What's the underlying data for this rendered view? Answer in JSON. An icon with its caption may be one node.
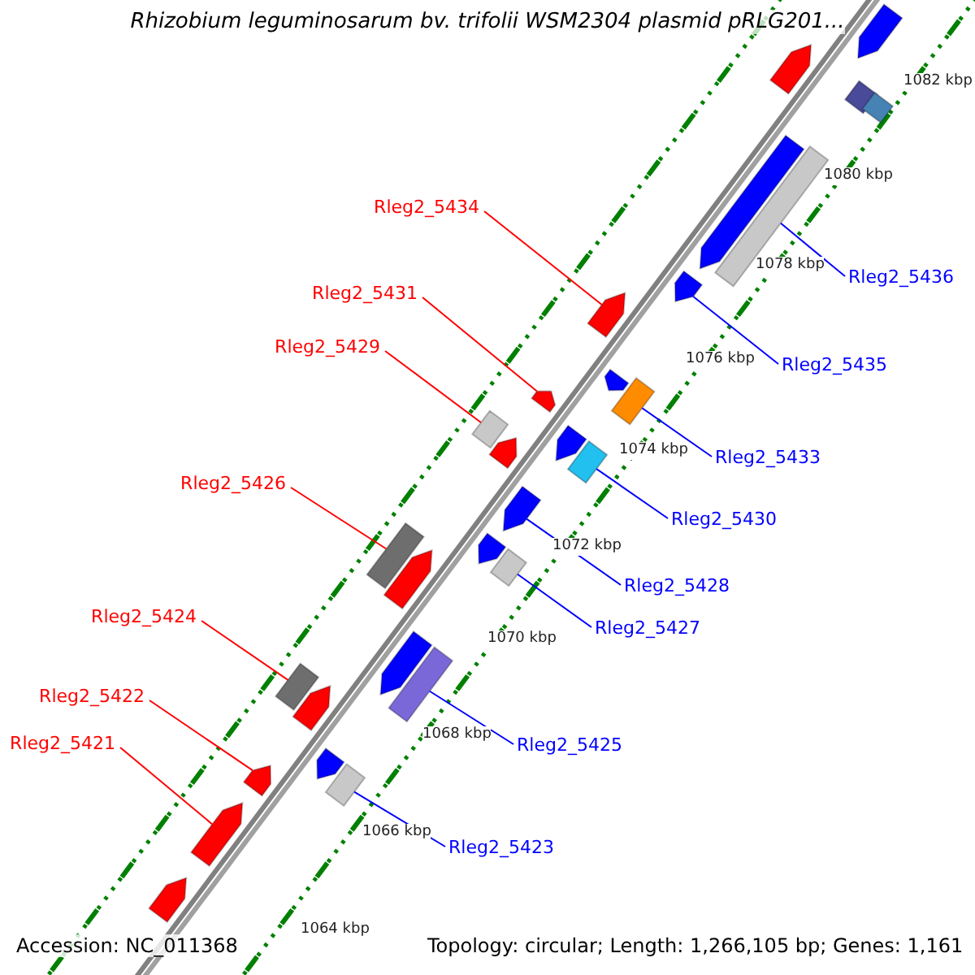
{
  "diagram": {
    "title": "Rhizobium leguminosarum bv. trifolii WSM2304 plasmid pRLG201...",
    "nodes": [
      {
        "text": [
          "Rleg2_5434"
        ]
      },
      {
        "text": [],
        "shape": "arrow"
      },
      {
        "text": [
          "Rleg2_5436"
        ]
      },
      {
        "text": [],
        "shape": "box"
      },
      {
        "text": [
          "Rleg2_5431"
        ]
      },
      {
        "text": [],
        "shape": "arrow"
      },
      {
        "text": [
          "Rleg2_5429"
        ]
      },
      {
        "text": [],
        "shape": "box"
      },
      {
        "text": [
          "Rleg2_5435"
        ]
      },
      {
        "text": [],
        "shape": "arrow"
      },
      {
        "text": [
          "Rleg2_5433"
        ]
      },
      {
        "text": [],
        "shape": "bar"
      },
      {
        "text": [
          "Rleg2_5426"
        ]
      },
      {
        "text": [],
        "shape": "box"
      },
      {
        "text": [
          "Rleg2_5430"
        ]
      },
      {
        "text": [],
        "shape": "box"
      },
      {
        "text": [
          "Rleg2_5428"
        ]
      },
      {
        "text": [],
        "shape": "arrow"
      },
      {
        "text": [
          "Rleg2_5424"
        ]
      },
      {
        "text": [],
        "shape": "box"
      },
      {
        "text": [
          "Rleg2_5427"
        ]
      },
      {
        "text": [],
        "shape": "box"
      },
      {
        "text": [
          "Rleg2_5422"
        ]
      },
      {
        "text": [],
        "shape": "arrow"
      },
      {
        "text": [
          "Rleg2_5421"
        ]
      },
      {
        "text": [],
        "shape": "arrow"
      },
      {
        "text": [
          "Rleg2_5425"
        ]
      },
      {
        "text": [],
        "shape": "box"
      },
      {
        "text": [
          "Rleg2_5423"
        ]
      },
      {
        "text": [],
        "shape": "box"
      },
      {
        "text": [],
        "shape": "pentagon"
      },
      {
        "text": [],
        "shape": "bar"
      },
      {
        "text": [],
        "shape": "bar"
      },
      {
        "text": [],
        "shape": "pentagon"
      },
      {
        "text": [],
        "shape": "pentagon"
      },
      {
        "text": [],
        "shape": "pentagon"
      },
      {
        "text": [],
        "shape": "pentagon"
      },
      {
        "text": [],
        "shape": "pentagon"
      },
      {
        "text": [],
        "shape": "pentagon"
      },
      {
        "text": [],
        "shape": "pentagon"
      },
      {
        "text": [],
        "shape": "pentagon"
      },
      {
        "text": [],
        "shape": "pentagon"
      },
      {
        "text": [],
        "shape": "pentagon"
      },
      {
        "text": [],
        "shape": "pentagon"
      }
    ],
    "edges": [
      {
        "from": 0,
        "to": 1,
        "arrow": "none",
        "color": "#ff0000"
      },
      {
        "from": 2,
        "to": 3,
        "arrow": "none"
      },
      {
        "from": 4,
        "to": 5,
        "arrow": "none",
        "color": "#ff0000"
      },
      {
        "from": 6,
        "to": 7,
        "arrow": "none",
        "color": "#ff0000"
      },
      {
        "from": 8,
        "to": 9,
        "arrow": "none"
      },
      {
        "from": 10,
        "to": 11,
        "arrow": "none"
      },
      {
        "from": 12,
        "to": 13,
        "arrow": "none",
        "color": "#ff0000"
      },
      {
        "from": 14,
        "to": 15,
        "arrow": "none"
      },
      {
        "from": 16,
        "to": 17,
        "arrow": "none"
      },
      {
        "from": 18,
        "to": 19,
        "arrow": "none",
        "color": "#ff0000"
      },
      {
        "from": 20,
        "to": 21,
        "arrow": "none"
      },
      {
        "from": 22,
        "to": 23,
        "arrow": "none",
        "color": "#ff0000"
      },
      {
        "from": 24,
        "to": 25,
        "arrow": "none",
        "color": "#ff0000"
      },
      {
        "from": 26,
        "to": 27,
        "arrow": "none"
      },
      {
        "from": 28,
        "to": 29,
        "arrow": "none"
      }
    ],
    "labels": [
      "1082 kbp",
      "1080 kbp",
      "1078 kbp",
      "1076 kbp",
      "1074 kbp",
      "1072 kbp",
      "1070 kbp",
      "1068 kbp",
      "1066 kbp",
      "1064 kbp",
      "Accession: NC_011368",
      "Topology: circular; Length: 1,266,105 bp; Genes: 1,161"
    ]
  }
}
